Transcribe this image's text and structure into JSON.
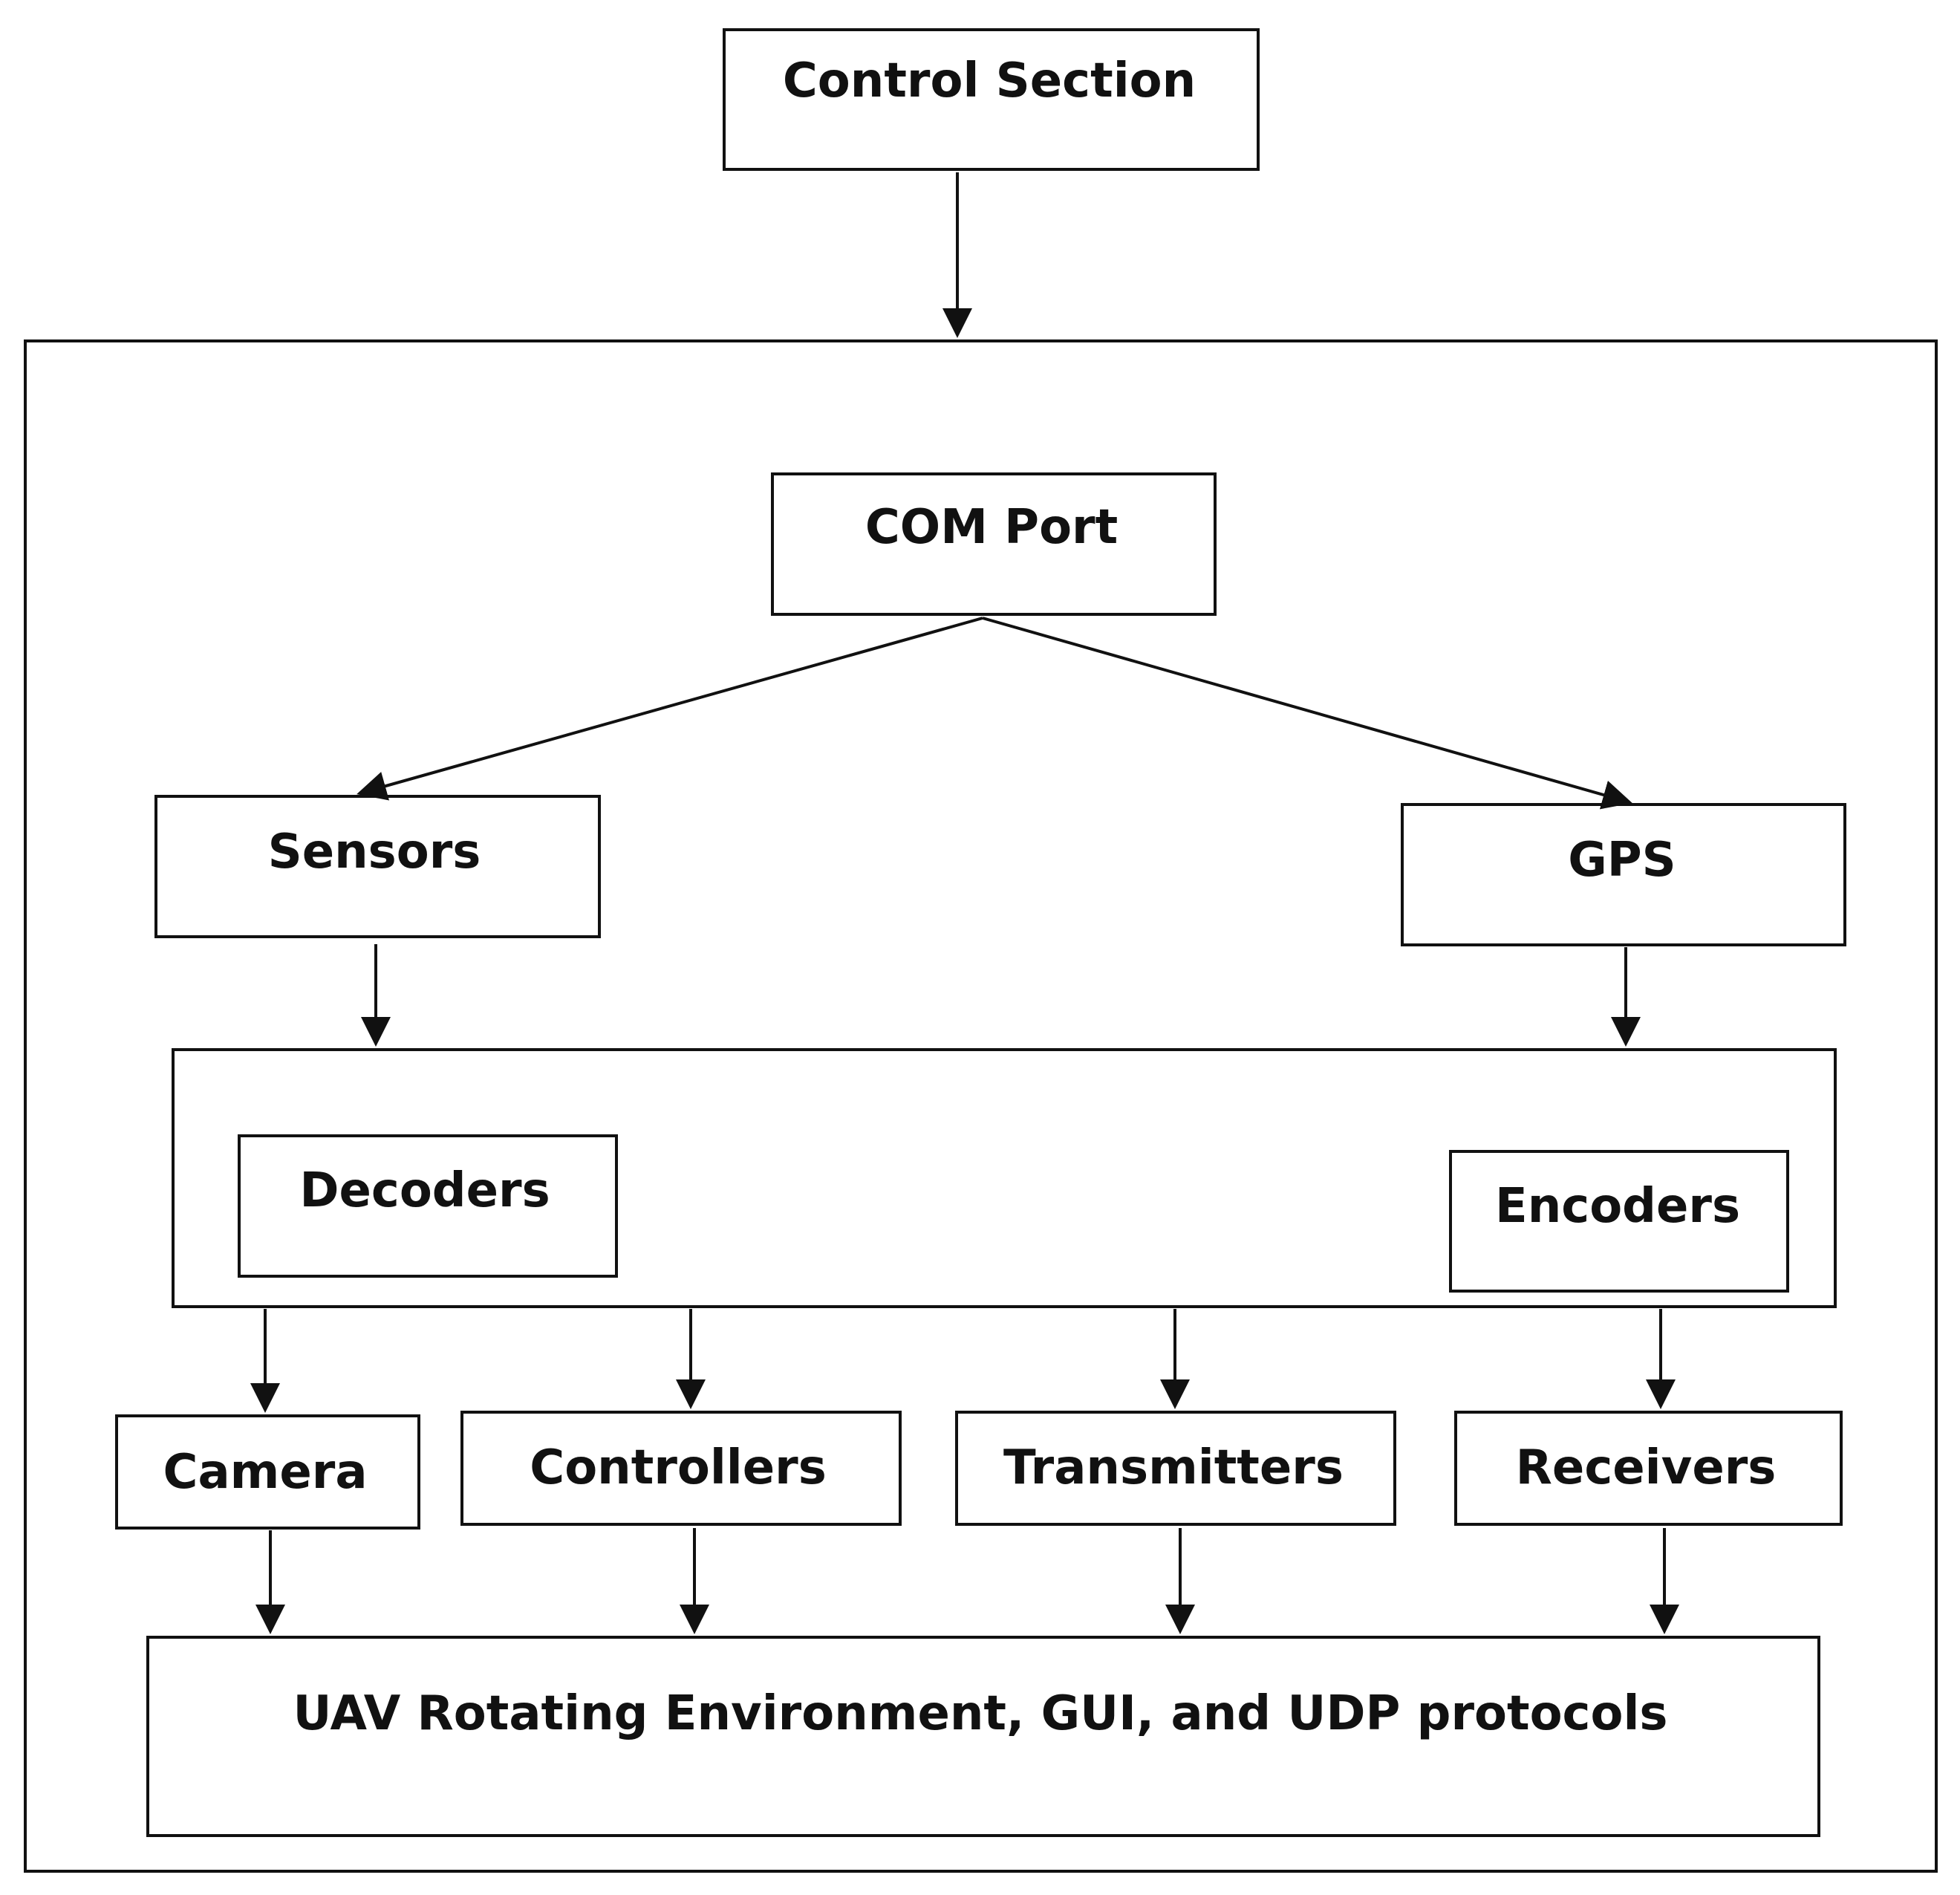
{
  "nodes": {
    "control_section": "Control Section",
    "com_port": "COM Port",
    "sensors": "Sensors",
    "gps": "GPS",
    "decoders": "Decoders",
    "encoders": "Encoders",
    "camera": "Camera",
    "controllers": "Controllers",
    "transmitters": "Transmitters",
    "receivers": "Receivers",
    "uav_environment": "UAV Rotating Environment, GUI, and UDP protocols"
  },
  "style": {
    "line_color": "#111111",
    "background": "#ffffff"
  }
}
